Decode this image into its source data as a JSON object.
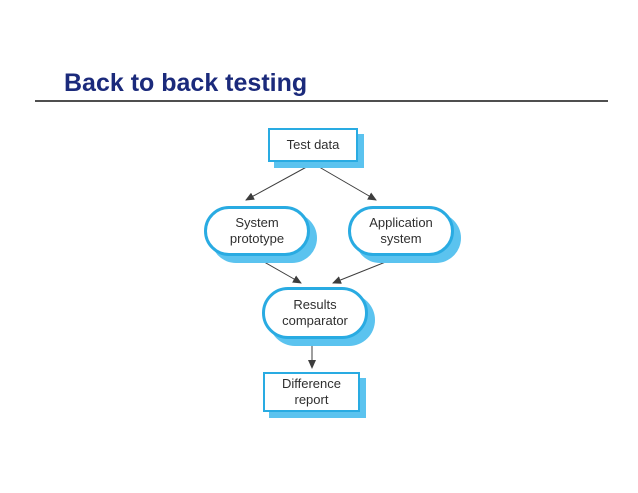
{
  "slide": {
    "title": "Back to back testing",
    "colors": {
      "background": "#ffffff",
      "title_text": "#1b2a7b",
      "title_rule": "#4f4f4f",
      "node_border": "#29abe2",
      "node_shadow": "#5bc3ef",
      "node_text": "#2f2f2f",
      "arrow_line": "#3d3d3d"
    }
  },
  "diagram": {
    "nodes": [
      {
        "id": "test-data",
        "shape": "rectangle",
        "label": "Test data"
      },
      {
        "id": "system-prototype",
        "shape": "stadium",
        "label": "System\nprototype"
      },
      {
        "id": "application-system",
        "shape": "stadium",
        "label": "Application\nsystem"
      },
      {
        "id": "results-comparator",
        "shape": "stadium",
        "label": "Results\ncomparator"
      },
      {
        "id": "difference-report",
        "shape": "rectangle",
        "label": "Difference\nreport"
      }
    ],
    "edges": [
      {
        "from": "test-data",
        "to": "system-prototype"
      },
      {
        "from": "test-data",
        "to": "application-system"
      },
      {
        "from": "system-prototype",
        "to": "results-comparator"
      },
      {
        "from": "application-system",
        "to": "results-comparator"
      },
      {
        "from": "results-comparator",
        "to": "difference-report"
      }
    ]
  }
}
